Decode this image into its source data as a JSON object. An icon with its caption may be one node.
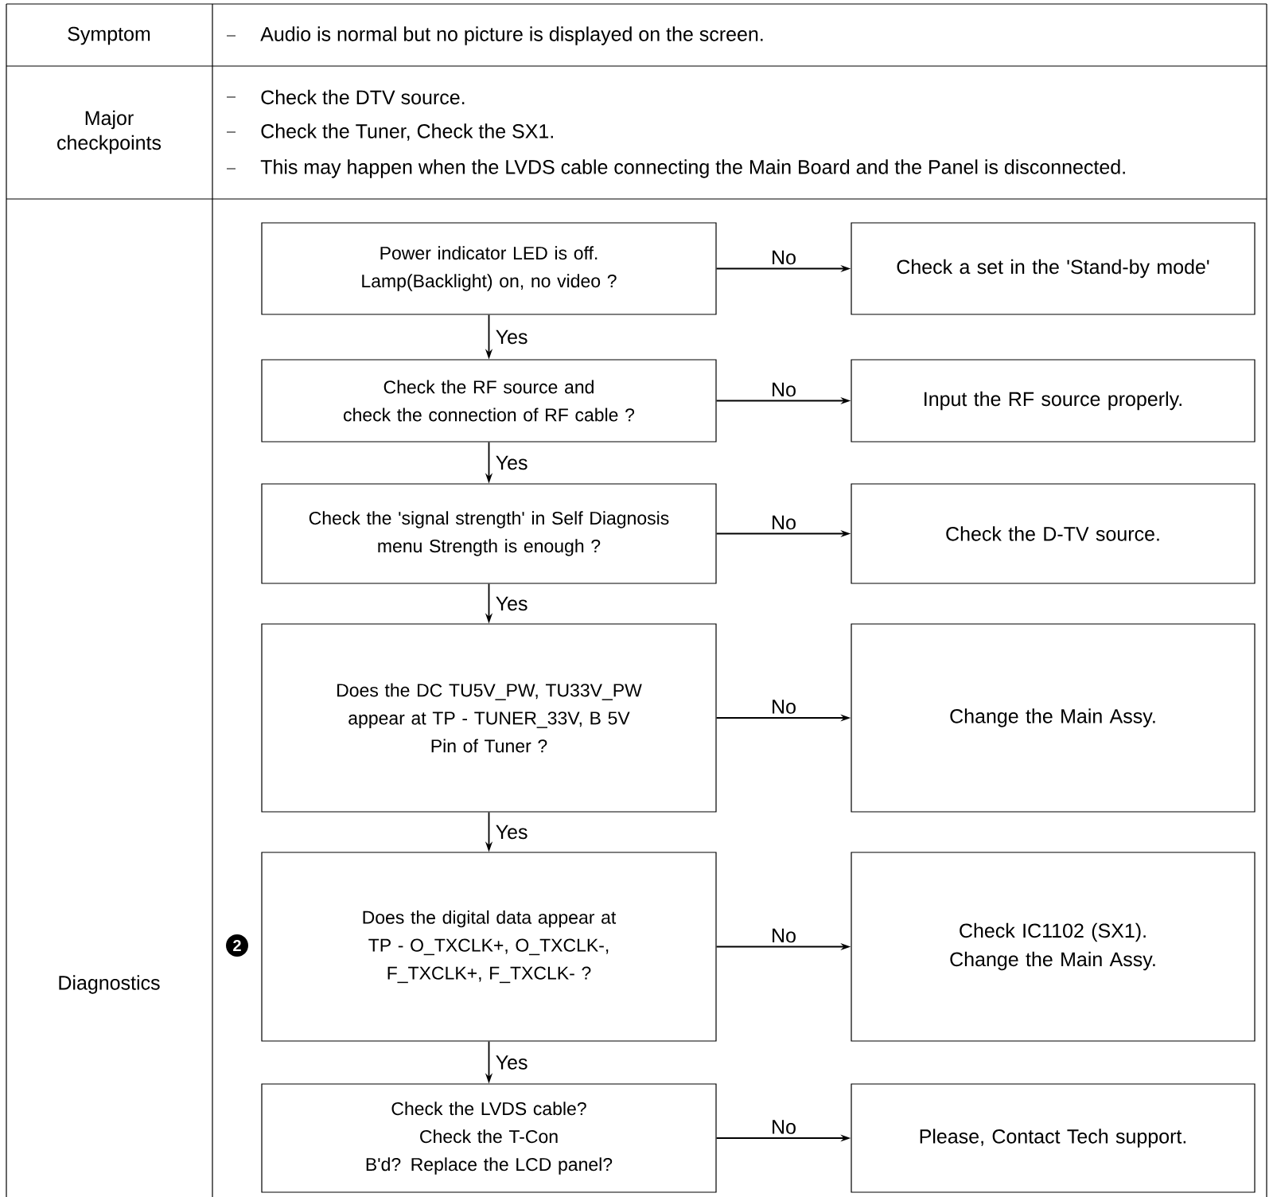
{
  "diagram": {
    "nodes": [
      {
        "text": [
          "Power indicator LED is off. Lamp(Backlight) on, no video ?"
        ]
      },
      {
        "text": [
          "Check a set in the 'Stand-by mode'"
        ]
      },
      {
        "text": [
          "Check the RF source and check the connection of RF cable ?"
        ]
      },
      {
        "text": [
          "Input the RF source properly."
        ]
      },
      {
        "text": [
          "Check the 'signal strength' in Self Diagnosis menu Strength is enough ?"
        ]
      },
      {
        "text": [
          "Check the D-TV source."
        ]
      },
      {
        "text": [
          "Does the DC TU5V_PW, TU33V_PW appear at TP - TUNER_33V, B 5V Pin of Tuner ?"
        ]
      },
      {
        "text": [
          "Change the Main Assy."
        ]
      },
      {
        "text": [
          "Does the digital data appear at TP - O_TXCLK+, O_TXCLK-, F_TXCLK+, F_TXCLK- ?"
        ]
      },
      {
        "text": [
          "Check IC1102 (SX1). Change the Main Assy."
        ]
      },
      {
        "text": [
          "Check the LVDS cable? Check the T-Con B'd? Replace the LCD panel?"
        ]
      },
      {
        "text": [
          "Please, Contact Tech support."
        ]
      }
    ],
    "edges": [
      {
        "from": 0,
        "to": 1,
        "arrow": "to",
        "label": "No"
      },
      {
        "from": 0,
        "to": 2,
        "arrow": "to",
        "label": "Yes"
      },
      {
        "from": 2,
        "to": 3,
        "arrow": "to",
        "label": "No"
      },
      {
        "from": 2,
        "to": 4,
        "arrow": "to",
        "label": "Yes"
      },
      {
        "from": 4,
        "to": 5,
        "arrow": "to",
        "label": "No"
      },
      {
        "from": 4,
        "to": 6,
        "arrow": "to",
        "label": "Yes"
      },
      {
        "from": 6,
        "to": 7,
        "arrow": "to",
        "label": "No"
      },
      {
        "from": 6,
        "to": 8,
        "arrow": "to",
        "label": "Yes"
      },
      {
        "from": 8,
        "to": 9,
        "arrow": "to",
        "label": "No"
      },
      {
        "from": 8,
        "to": 10,
        "arrow": "to",
        "label": "Yes"
      },
      {
        "from": 10,
        "to": 11,
        "arrow": "to",
        "label": "No"
      }
    ],
    "labels": [
      "Symptom",
      "Audio is normal but no picture is displayed on the screen.",
      "Major checkpoints",
      "Check the DTV source.",
      "Check the Tuner, Check the SX1.",
      "This may happen when the LVDS cable connecting the Main Board and the Panel is disconnected.",
      "Diagnostics",
      "2"
    ]
  }
}
